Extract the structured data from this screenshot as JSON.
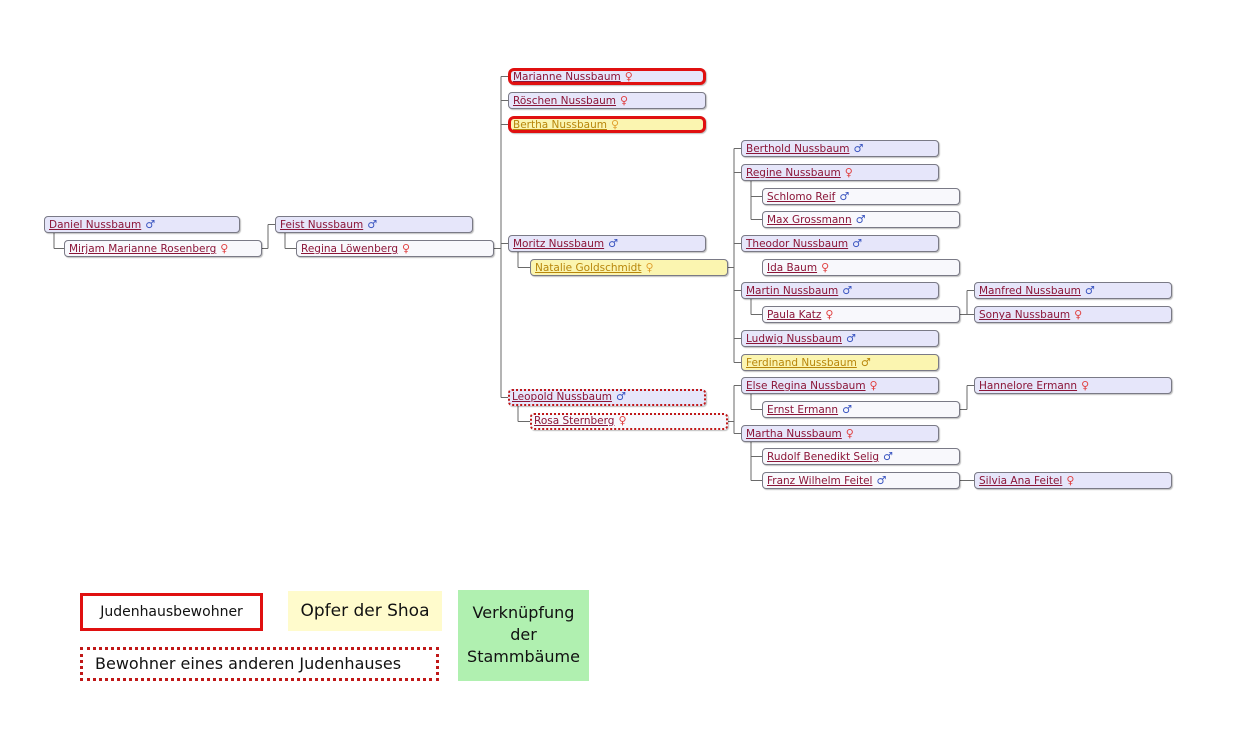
{
  "colors": {
    "box_blood": "#e6e6fa",
    "box_spouse": "#f8f8fc",
    "shoa_victim": "#fbf5b0",
    "judenhaus_border": "#e01010",
    "other_judenhaus_border": "#c01818",
    "link_green": "#b0f0b0",
    "male_symbol": "#3a55c0",
    "female_symbol": "#e04040",
    "name_link": "#8b1538"
  },
  "symbols": {
    "male": "♂",
    "female": "♀"
  },
  "people": [
    {
      "id": "daniel",
      "name": "Daniel Nussbaum",
      "sex": "male",
      "role": "blood",
      "status": "none"
    },
    {
      "id": "mirjam",
      "name": "Mirjam Marianne Rosenberg",
      "sex": "female",
      "role": "spouse",
      "status": "none"
    },
    {
      "id": "feist",
      "name": "Feist Nussbaum",
      "sex": "male",
      "role": "blood",
      "status": "none"
    },
    {
      "id": "regina_l",
      "name": "Regina Löwenberg",
      "sex": "female",
      "role": "spouse",
      "status": "none"
    },
    {
      "id": "marianne",
      "name": "Marianne Nussbaum",
      "sex": "female",
      "role": "blood",
      "status": "judenhaus"
    },
    {
      "id": "roeschen",
      "name": "Röschen Nussbaum",
      "sex": "female",
      "role": "blood",
      "status": "none"
    },
    {
      "id": "bertha",
      "name": "Bertha Nussbaum",
      "sex": "female",
      "role": "blood",
      "status": "judenhaus+shoa"
    },
    {
      "id": "moritz",
      "name": "Moritz Nussbaum",
      "sex": "male",
      "role": "blood",
      "status": "none"
    },
    {
      "id": "natalie",
      "name": "Natalie Goldschmidt",
      "sex": "female",
      "role": "spouse",
      "status": "shoa"
    },
    {
      "id": "leopold",
      "name": "Leopold Nussbaum",
      "sex": "male",
      "role": "blood",
      "status": "other_judenhaus"
    },
    {
      "id": "rosa",
      "name": "Rosa Sternberg",
      "sex": "female",
      "role": "spouse",
      "status": "other_judenhaus"
    },
    {
      "id": "berthold",
      "name": "Berthold Nussbaum",
      "sex": "male",
      "role": "blood",
      "status": "none"
    },
    {
      "id": "regine",
      "name": "Regine Nussbaum",
      "sex": "female",
      "role": "blood",
      "status": "none"
    },
    {
      "id": "schlomo",
      "name": "Schlomo Reif",
      "sex": "male",
      "role": "spouse",
      "status": "none"
    },
    {
      "id": "max",
      "name": "Max Grossmann",
      "sex": "male",
      "role": "spouse",
      "status": "none"
    },
    {
      "id": "theodor",
      "name": "Theodor Nussbaum",
      "sex": "male",
      "role": "blood",
      "status": "none"
    },
    {
      "id": "ida",
      "name": "Ida Baum",
      "sex": "female",
      "role": "spouse",
      "status": "none"
    },
    {
      "id": "martin",
      "name": "Martin Nussbaum",
      "sex": "male",
      "role": "blood",
      "status": "none"
    },
    {
      "id": "paula",
      "name": "Paula Katz",
      "sex": "female",
      "role": "spouse",
      "status": "none"
    },
    {
      "id": "ludwig",
      "name": "Ludwig Nussbaum",
      "sex": "male",
      "role": "blood",
      "status": "none"
    },
    {
      "id": "ferdinand",
      "name": "Ferdinand Nussbaum",
      "sex": "male",
      "role": "blood",
      "status": "shoa"
    },
    {
      "id": "else",
      "name": "Else Regina Nussbaum",
      "sex": "female",
      "role": "blood",
      "status": "none"
    },
    {
      "id": "ernst",
      "name": "Ernst Ermann",
      "sex": "male",
      "role": "spouse",
      "status": "none"
    },
    {
      "id": "martha",
      "name": "Martha Nussbaum",
      "sex": "female",
      "role": "blood",
      "status": "none"
    },
    {
      "id": "rudolf",
      "name": "Rudolf Benedikt Selig",
      "sex": "male",
      "role": "spouse",
      "status": "none"
    },
    {
      "id": "franz",
      "name": "Franz Wilhelm Feitel",
      "sex": "male",
      "role": "spouse",
      "status": "none"
    },
    {
      "id": "manfred",
      "name": "Manfred Nussbaum",
      "sex": "male",
      "role": "blood",
      "status": "none"
    },
    {
      "id": "sonya",
      "name": "Sonya Nussbaum",
      "sex": "female",
      "role": "blood",
      "status": "none"
    },
    {
      "id": "hannelore",
      "name": "Hannelore Ermann",
      "sex": "female",
      "role": "blood",
      "status": "none"
    },
    {
      "id": "silvia",
      "name": "Silvia Ana Feitel",
      "sex": "female",
      "role": "blood",
      "status": "none"
    }
  ],
  "relations": [
    {
      "parents": [
        "daniel",
        "mirjam"
      ],
      "children": [
        "feist"
      ]
    },
    {
      "parents": [
        "feist",
        "regina_l"
      ],
      "children": [
        "marianne",
        "roeschen",
        "bertha",
        "moritz",
        "leopold"
      ]
    },
    {
      "parents": [
        "moritz",
        "natalie"
      ],
      "children": [
        "berthold",
        "regine",
        "theodor",
        "martin",
        "ludwig",
        "ferdinand"
      ]
    },
    {
      "parents": [
        "leopold",
        "rosa"
      ],
      "children": [
        "else",
        "martha"
      ]
    },
    {
      "parents": [
        "martin",
        "paula"
      ],
      "children": [
        "manfred",
        "sonya"
      ]
    },
    {
      "parents": [
        "else",
        "ernst"
      ],
      "children": [
        "hannelore"
      ]
    },
    {
      "parents": [
        "martha",
        "franz"
      ],
      "children": [
        "silvia"
      ]
    }
  ],
  "legend": {
    "judenhaus": "Judenhausbewohner",
    "shoa": "Opfer der Shoa",
    "link": "Verknüpfung der Stammbäume",
    "other_judenhaus": "Bewohner eines anderen Judenhauses"
  }
}
